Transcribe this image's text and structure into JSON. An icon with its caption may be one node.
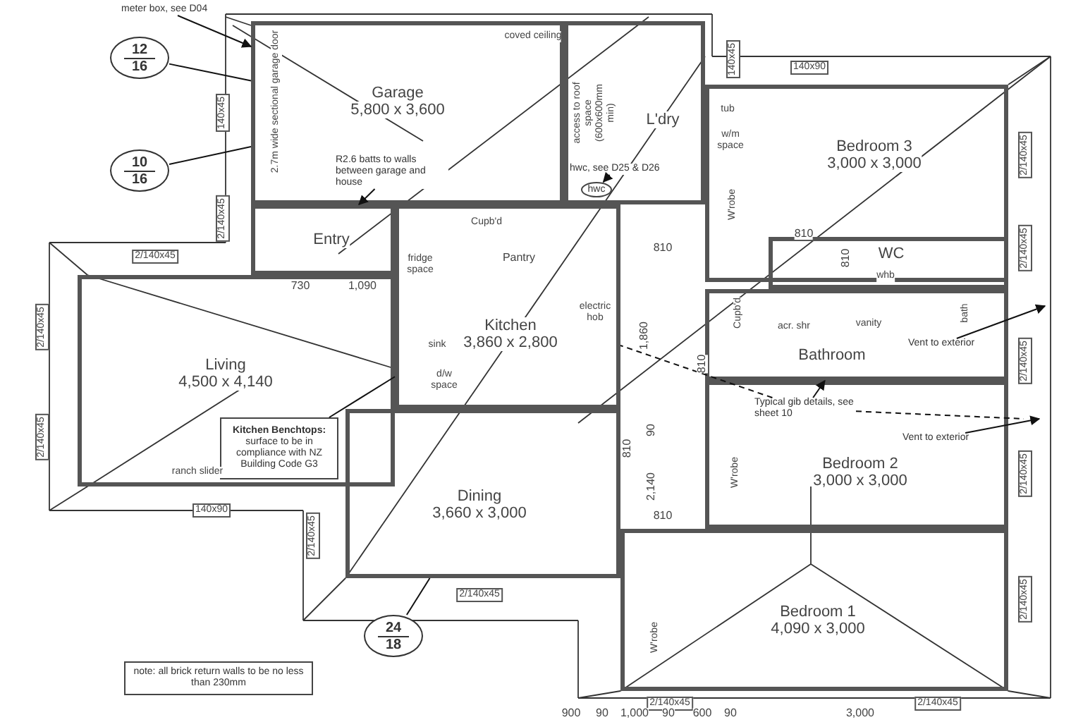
{
  "diagram": {
    "nodes": [
      {
        "text": [
          "Garage",
          "5,800 x 3,600"
        ]
      },
      {
        "text": [
          "L'dry"
        ]
      },
      {
        "text": [
          "Bedroom 3",
          "3,000 x 3,000"
        ]
      },
      {
        "text": [
          "Entry"
        ]
      },
      {
        "text": [
          "Kitchen",
          "3,860 x 2,800"
        ]
      },
      {
        "text": [
          "WC"
        ]
      },
      {
        "text": [
          "Living",
          "4,500 x 4,140"
        ]
      },
      {
        "text": [
          "Bathroom"
        ]
      },
      {
        "text": [
          "Bedroom 2",
          "3,000 x 3,000"
        ]
      },
      {
        "text": [
          "Dining",
          "3,660 x 3,000"
        ]
      },
      {
        "text": [
          "Bedroom 1",
          "4,090 x 3,000"
        ]
      },
      {
        "text": [
          "12",
          "16"
        ]
      },
      {
        "text": [
          "10",
          "16"
        ]
      },
      {
        "text": [
          "24",
          "18"
        ]
      },
      {
        "text": [
          "meter box, see D04"
        ]
      },
      {
        "text": [
          "R2.6 batts to walls between garage and house"
        ],
        "in": 0
      },
      {
        "text": [
          "hwc, see D25 & D26"
        ],
        "in": 1
      },
      {
        "text": [
          "Kitchen Benchtops:",
          "surface to be in compliance with NZ Building Code G3"
        ],
        "in": 6
      },
      {
        "text": [
          "Typical gib details, see sheet 10"
        ],
        "in": 8
      },
      {
        "text": [
          "Vent to exterior"
        ],
        "in": 7
      },
      {
        "text": [
          "Vent to exterior"
        ],
        "in": 8
      },
      {
        "text": [
          "note: all brick return walls to be no less than 230mm"
        ]
      },
      {
        "text": [
          "hwc"
        ],
        "in": 1
      }
    ],
    "edges": [
      {
        "from": 14,
        "to": 0,
        "arrow": "to"
      },
      {
        "from": 11,
        "to": 0,
        "arrow": "none"
      },
      {
        "from": 12,
        "to": 0,
        "arrow": "none"
      },
      {
        "from": 15,
        "to": 3,
        "arrow": "to"
      },
      {
        "from": 16,
        "to": 22,
        "arrow": "to"
      },
      {
        "from": 17,
        "to": 4,
        "arrow": "none"
      },
      {
        "from": 18,
        "to": 7,
        "arrow": "to"
      },
      {
        "from": 18,
        "to": 4,
        "arrow": "none",
        "style": "dashed"
      },
      {
        "from": 18,
        "to": null,
        "arrow": "none",
        "style": "dashed"
      },
      {
        "from": 19,
        "to": null,
        "arrow": "to"
      },
      {
        "from": 20,
        "to": null,
        "arrow": "to"
      },
      {
        "from": 13,
        "to": 9,
        "arrow": "none"
      }
    ],
    "labels": [
      "coved ceiling",
      "2.7m wide sectional garage door",
      "140x90",
      "140x45",
      "2/140x45",
      "2/140x45",
      "2/140x45",
      "2/140x45",
      "140x90",
      "2/140x45",
      "2/140x45",
      "2/140x45",
      "2/140x45",
      "2/140x45",
      "2/140x45",
      "2/140x45",
      "2/140x45",
      "2/140x45",
      "140x45",
      "Cupb'd",
      "fridge space",
      "Pantry",
      "sink",
      "d/w space",
      "electric hob",
      "tub",
      "w/m space",
      "W'robe",
      "Cupb'd",
      "acr. shr",
      "vanity",
      "whb",
      "bath",
      "W'robe",
      "W'robe",
      "ranch slider",
      "access to roof space (600x600mm min)",
      "730",
      "1,090",
      "810",
      "810",
      "1,860",
      "810",
      "810",
      "810",
      "90",
      "2,140",
      "810",
      "900",
      "90",
      "1,000",
      "90",
      "600",
      "90",
      "3,000"
    ]
  }
}
